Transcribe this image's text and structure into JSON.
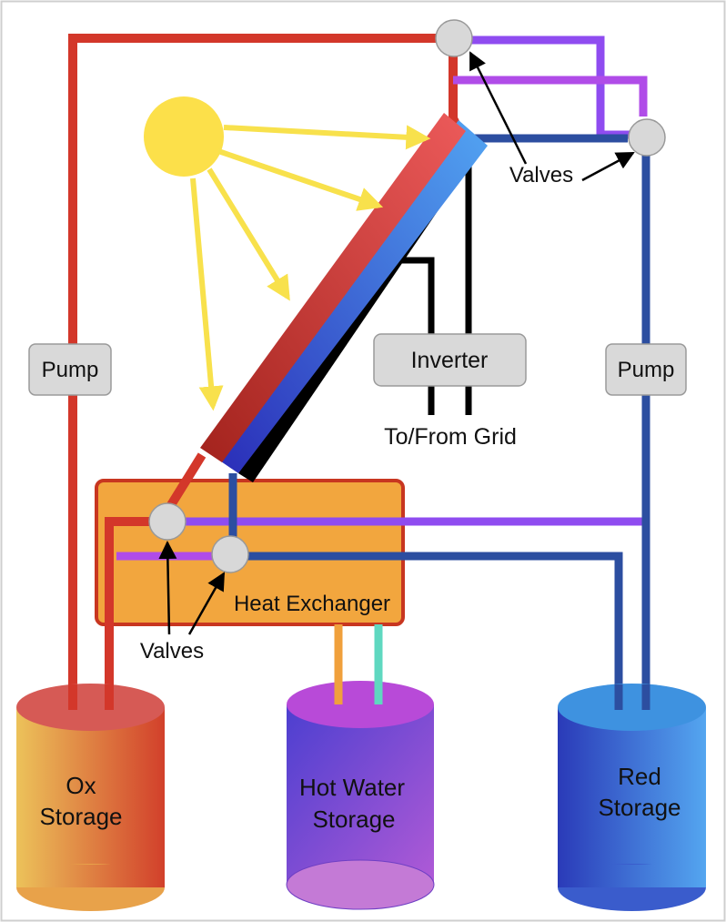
{
  "diagram": {
    "pumps": {
      "left_label": "Pump",
      "right_label": "Pump"
    },
    "inverter": {
      "label": "Inverter",
      "grid_label": "To/From Grid"
    },
    "heat_exchanger": {
      "label": "Heat Exchanger"
    },
    "valve_labels": {
      "top": "Valves",
      "bottom": "Valves"
    },
    "tanks": {
      "ox": {
        "line1": "Ox",
        "line2": "Storage"
      },
      "hot_water": {
        "line1": "Hot Water",
        "line2": "Storage"
      },
      "red": {
        "line1": "Red",
        "line2": "Storage"
      }
    },
    "colors": {
      "red_pipe": "#d3372a",
      "blue_pipe": "#2c4ea0",
      "purple_pipe": "#8f4cf0",
      "magenta_pipe": "#b04ce8",
      "orange_pipe": "#f0a03c",
      "teal_pipe": "#5fd8c0",
      "sun": "#fce04a",
      "sun_ray": "#f8e14c",
      "heat_exchanger": "#f2a63e",
      "valve": "#d8d8d8"
    }
  }
}
